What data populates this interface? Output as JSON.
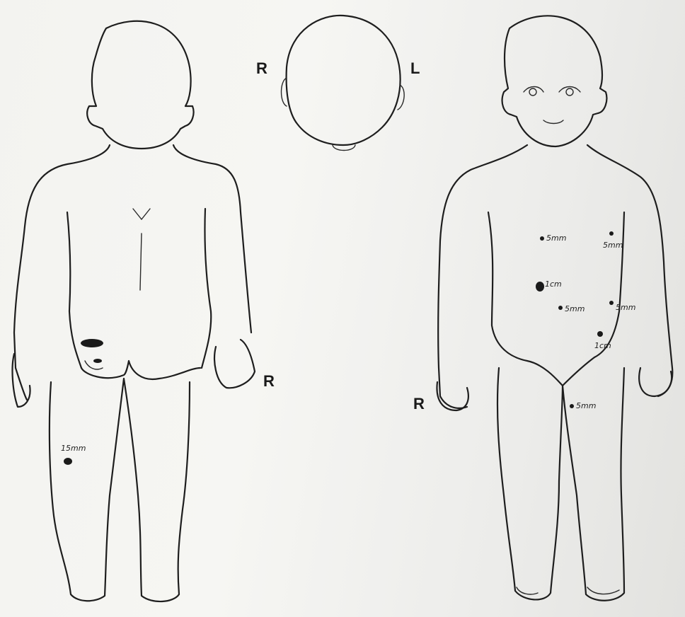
{
  "labels": {
    "head_right": "R",
    "head_left": "L",
    "back_right": "R",
    "front_right": "R"
  },
  "back_annotations": [
    {
      "text": "15mm"
    }
  ],
  "front_annotations": [
    {
      "text": "5mm"
    },
    {
      "text": "5mm"
    },
    {
      "text": "1cm"
    },
    {
      "text": "5mm"
    },
    {
      "text": "5mm"
    },
    {
      "text": "1cm"
    },
    {
      "text": "5mm"
    }
  ]
}
